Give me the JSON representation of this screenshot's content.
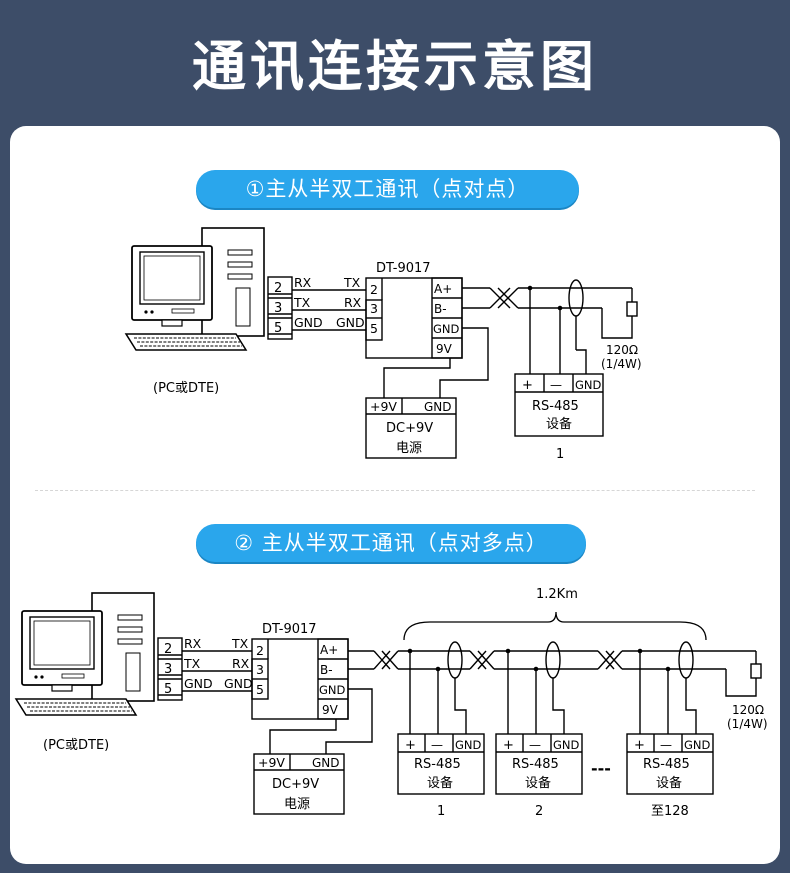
{
  "title": "通讯连接示意图",
  "section1": {
    "heading": "①主从半双工通讯（点对点）",
    "pc_label": "(PC或DTE)",
    "pc_pins": [
      "2",
      "3",
      "5"
    ],
    "pc_signals": [
      "RX",
      "TX",
      "GND"
    ],
    "module_name": "DT-9017",
    "module_signals": [
      "TX",
      "RX",
      "GND"
    ],
    "module_pins": [
      "2",
      "3",
      "5"
    ],
    "module_outputs": [
      "A+",
      "B-",
      "GND",
      "9V"
    ],
    "psu_pos": "+9V",
    "psu_gnd": "GND",
    "psu_name": "DC+9V",
    "psu_label": "电源",
    "device_terms": [
      "+",
      "—",
      "GND"
    ],
    "device_name": "RS-485",
    "device_label": "设备",
    "device_index": "1",
    "resistor_value": "120Ω",
    "resistor_power": "(1/4W)"
  },
  "section2": {
    "heading": "② 主从半双工通讯（点对多点）",
    "pc_label": "(PC或DTE)",
    "pc_pins": [
      "2",
      "3",
      "5"
    ],
    "pc_signals": [
      "RX",
      "TX",
      "GND"
    ],
    "module_name": "DT-9017",
    "module_signals": [
      "TX",
      "RX",
      "GND"
    ],
    "module_pins": [
      "2",
      "3",
      "5"
    ],
    "module_outputs": [
      "A+",
      "B-",
      "GND",
      "9V"
    ],
    "psu_pos": "+9V",
    "psu_gnd": "GND",
    "psu_name": "DC+9V",
    "psu_label": "电源",
    "distance": "1.2Km",
    "device_terms": [
      "+",
      "—",
      "GND"
    ],
    "device_name": "RS-485",
    "device_label": "设备",
    "devices": [
      "1",
      "2",
      "至128"
    ],
    "ellipsis": "---",
    "resistor_value": "120Ω",
    "resistor_power": "(1/4W)"
  }
}
